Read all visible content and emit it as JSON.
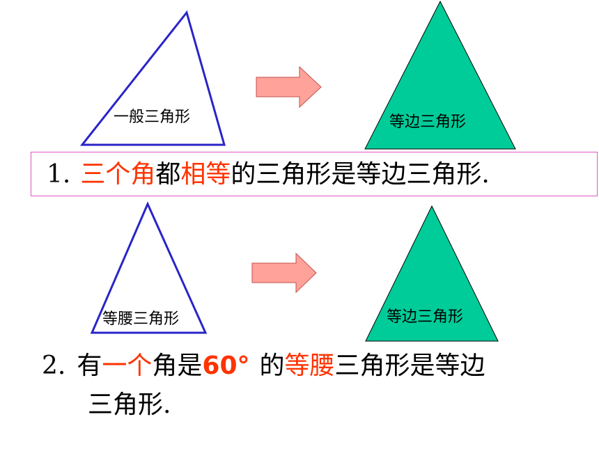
{
  "colors": {
    "triangle_outline": "#2a24c8",
    "equilateral_fill": "#00cc99",
    "arrow_fill": "#ffa39a",
    "highlight_red": "#ff3300",
    "box_border": "#e055c0"
  },
  "top_row": {
    "left_label": "一般三角形",
    "right_label": "等边三角形"
  },
  "statement1": {
    "number": "1.",
    "segments": [
      "三个角",
      "都",
      "相等",
      "的三角形是等边三角形."
    ]
  },
  "bottom_row": {
    "left_label": "等腰三角形",
    "right_label": "等边三角形"
  },
  "statement2": {
    "number": "2.",
    "segments": [
      "有",
      "一个",
      "角是",
      "60°",
      "的",
      "等腰",
      "三角形是等边"
    ],
    "line2": "三角形."
  }
}
